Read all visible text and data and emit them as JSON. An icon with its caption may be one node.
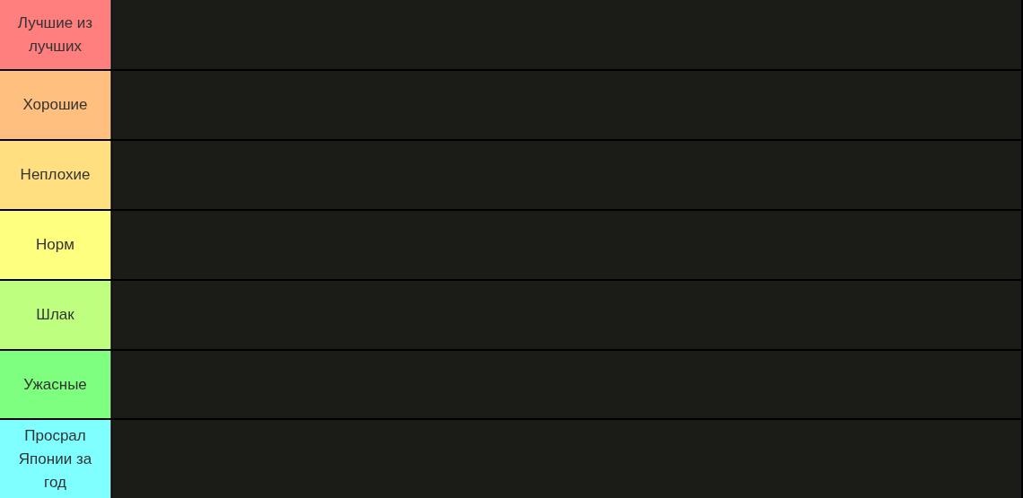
{
  "diagram": {
    "nodes": [
      {
        "text": [
          "Лучшие из лучших"
        ]
      },
      {
        "text": [],
        "shape": "box"
      },
      {
        "text": [
          "Хорошие"
        ]
      },
      {
        "text": [],
        "shape": "box"
      },
      {
        "text": [
          "Неплохие"
        ]
      },
      {
        "text": [],
        "shape": "box"
      },
      {
        "text": [
          "Норм"
        ]
      },
      {
        "text": [],
        "shape": "box"
      },
      {
        "text": [
          "Шлак"
        ]
      },
      {
        "text": [],
        "shape": "box"
      },
      {
        "text": [
          "Ужасные"
        ]
      },
      {
        "text": [],
        "shape": "box"
      },
      {
        "text": [
          "Просрал Японии за год"
        ]
      },
      {
        "text": [],
        "shape": "box"
      }
    ]
  }
}
